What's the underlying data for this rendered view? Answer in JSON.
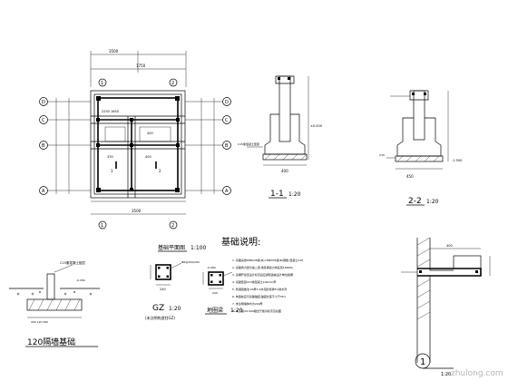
{
  "plan": {
    "title": "基础平面图",
    "scale": "1:100",
    "axes_left": [
      "D",
      "C",
      "B",
      "A"
    ],
    "axes_bottom": [
      "1",
      "2"
    ],
    "dim_top": "3500",
    "dim_bottom": "3500"
  },
  "section_1": {
    "title": "1-1",
    "scale": "1:20",
    "foot": "400",
    "grade": "±0.000"
  },
  "section_2": {
    "title": "2-2",
    "scale": "1:20",
    "foot": "450",
    "grade": "-1.500"
  },
  "notes": {
    "title": "基础说明:",
    "lines": [
      "1. 基础采用HPB235级(Φ),HRB335级(Φ)钢筋,混凝土C25",
      "2. 基础持力层为第二层,地基承载力特征值180kPa",
      "3. 基槽开挖至设计标高后应通知勘察设计单位验槽",
      "4. 基础垫层C15素混凝土100mm厚",
      "5. 防潮层做法:20厚1:2水泥砂浆掺5%防水剂",
      "6. 构造柱应与基础锚固,锚固长度不小于35d",
      "7. 未注明墙体均为240厚",
      "8. 本工程±0.000相当于绝对标高见总图"
    ]
  },
  "wall_foundation": {
    "title": "120隔墙基础",
    "label": "C15素混凝土垫层",
    "level": "-0.450"
  },
  "gz": {
    "title": "GZ",
    "scale": "1:20",
    "note": "(未注明构造柱GZ)",
    "size": "240"
  },
  "beam": {
    "title": "地圈梁",
    "scale": "1:20",
    "level": "-0.060"
  },
  "detail_1": {
    "mark": "1",
    "scale": "1:20",
    "dim": "400"
  },
  "watermark": "zhulong.com"
}
